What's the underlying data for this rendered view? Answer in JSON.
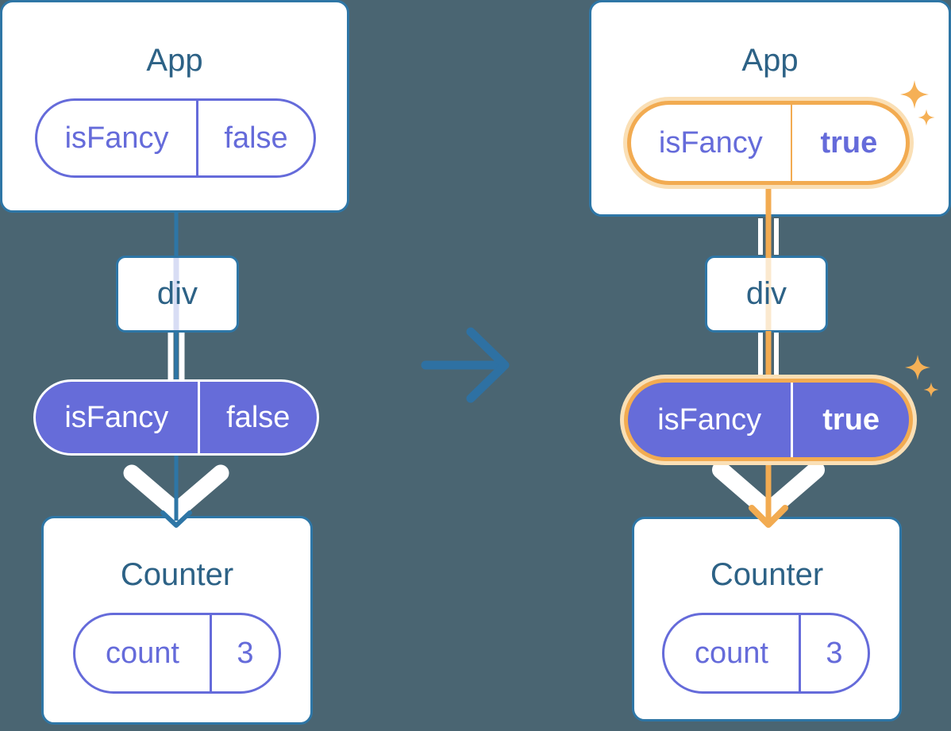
{
  "left": {
    "app_title": "App",
    "app_prop": {
      "name": "isFancy",
      "value": "false"
    },
    "div_label": "div",
    "passed_prop": {
      "name": "isFancy",
      "value": "false"
    },
    "counter_title": "Counter",
    "counter_state": {
      "name": "count",
      "value": "3"
    }
  },
  "right": {
    "app_title": "App",
    "app_prop": {
      "name": "isFancy",
      "value": "true"
    },
    "div_label": "div",
    "passed_prop": {
      "name": "isFancy",
      "value": "true"
    },
    "counter_title": "Counter",
    "counter_state": {
      "name": "count",
      "value": "3"
    }
  },
  "icons": {
    "transition_arrow": "right-arrow-icon",
    "flow_arrows": "down-arrow-icon",
    "highlight": "sparkle-icon"
  },
  "colors": {
    "background": "#4A6572",
    "card_background": "#FFFFFF",
    "card_border_blue": "#2E76A6",
    "title_text_blue": "#2D6286",
    "pill_purple_fill": "#666CD9",
    "pill_purple_outline": "#656BDA",
    "highlight_orange": "#F2AB51",
    "highlight_orange_pale": "#FADFB5",
    "trace_lavender": "#D8DDF4",
    "trace_peach": "#FBE9CF",
    "sparkle_orange": "#F5B056",
    "flow_white": "#FFFFFF"
  }
}
